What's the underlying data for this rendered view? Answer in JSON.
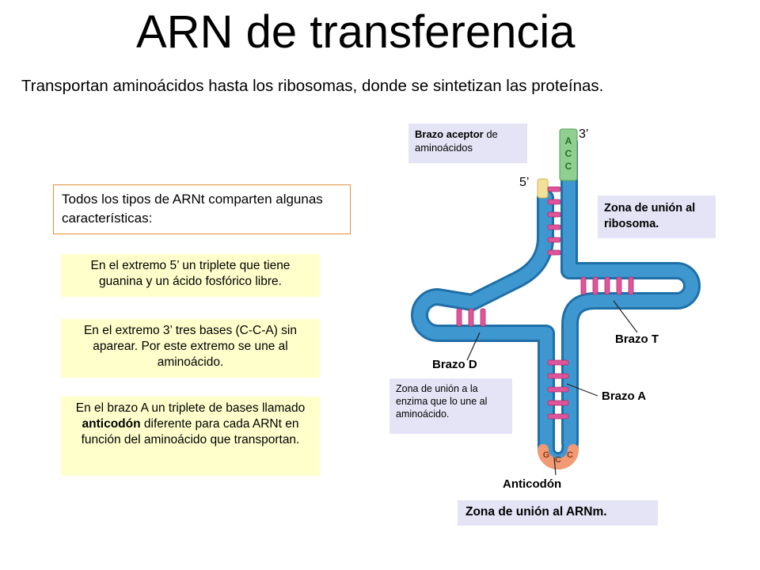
{
  "title": "ARN de transferencia",
  "subtitle": "Transportan aminoácidos hasta los ribosomas, donde se sintetizan las proteínas.",
  "intro": "Todos los tipos de ARNt comparten algunas características:",
  "facts": {
    "five_prime_end": "En el extremo 5’ un triplete que tiene guanina y un ácido fosfórico libre.",
    "three_prime_end": "En el extremo 3’ tres bases (C-C-A) sin aparear. Por este extremo se une al aminoácido.",
    "arm_a_pre": "En el brazo A un triplete de bases llamado ",
    "arm_a_bold": "anticodón",
    "arm_a_post": " diferente para cada ARNt en función del aminoácido que transportan."
  },
  "diagram": {
    "acceptor_bold": "Brazo aceptor",
    "acceptor_rest": " de aminoácidos",
    "ribosome_zone": "Zona de unión al ribosoma.",
    "enzyme_zone": "Zona de unión a la enzima que lo une al aminoácido.",
    "mrna_zone": "Zona de unión al ARNm.",
    "arm_t": "Brazo T",
    "arm_d": "Brazo D",
    "arm_a": "Brazo A",
    "anticodon": "Anticodón",
    "end_3": "3’",
    "end_5": "5’",
    "acceptor_bases": [
      "A",
      "C",
      "C"
    ],
    "anticodon_bases": [
      "G",
      "C",
      "C"
    ]
  },
  "colors": {
    "strand": "#3f97cf",
    "strand_dark": "#1f6fa8",
    "base_pair": "#e0559a",
    "acceptor_stem": "#8fcf8f",
    "five_prime_stub": "#f3e19a",
    "anticodon_loop": "#f29a74",
    "highlight_yellow": "#ffffcc",
    "highlight_blue": "#e4e4f6",
    "intro_border": "#e0903c"
  }
}
